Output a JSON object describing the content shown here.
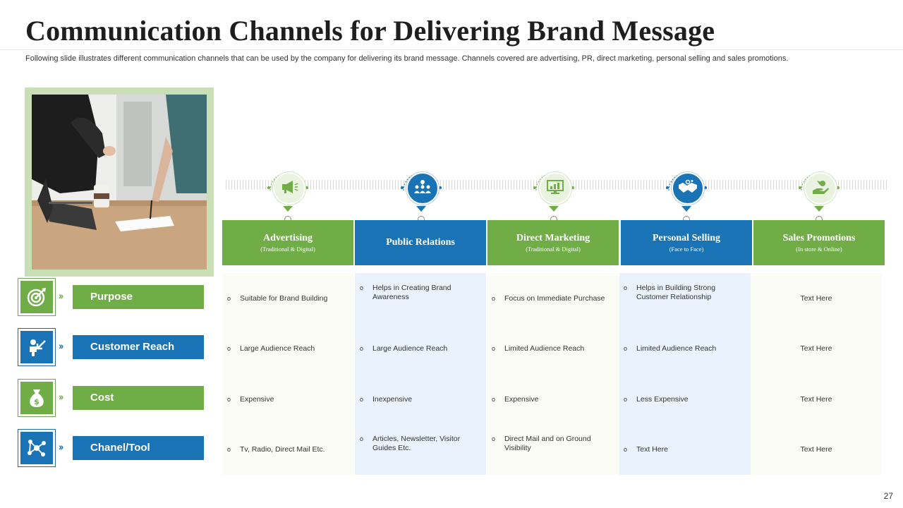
{
  "slide": {
    "title": "Communication Channels for Delivering Brand Message",
    "subtitle": "Following slide illustrates different communication channels that can be used by the company for delivering its brand message. Channels covered are advertising, PR, direct marketing, personal selling and sales promotions.",
    "page_number": "27"
  },
  "criteria": [
    {
      "label": "Purpose",
      "icon": "target-icon",
      "color": "#70ad47"
    },
    {
      "label": "Customer Reach",
      "icon": "person-reach-icon",
      "color": "#1a73b5"
    },
    {
      "label": "Cost",
      "icon": "money-bag-icon",
      "color": "#70ad47"
    },
    {
      "label": "Chanel/Tool",
      "icon": "network-icon",
      "color": "#1a73b5"
    }
  ],
  "channels": [
    {
      "title": "Advertising",
      "subtitle": "(Traditional & Digital)",
      "icon": "megaphone-icon",
      "color": "#70ad47",
      "rows": [
        "Suitable for Brand Building",
        "Large Audience Reach",
        "Expensive",
        "Tv, Radio, Direct Mail Etc."
      ]
    },
    {
      "title": "Public Relations",
      "subtitle": "",
      "icon": "people-group-icon",
      "color": "#1a73b5",
      "rows": [
        "Helps in Creating Brand Awareness",
        "Large Audience Reach",
        "Inexpensive",
        "Articles, Newsletter, Visitor Guides Etc."
      ]
    },
    {
      "title": "Direct Marketing",
      "subtitle": "(Traditional & Digital)",
      "icon": "monitor-chart-icon",
      "color": "#70ad47",
      "rows": [
        "Focus on Immediate  Purchase",
        "Limited  Audience Reach",
        "Expensive",
        "Direct Mail and on Ground Visibility"
      ]
    },
    {
      "title": "Personal Selling",
      "subtitle": "(Face to Face)",
      "icon": "handshake-icon",
      "color": "#1a73b5",
      "rows": [
        "Helps in Building Strong Customer Relationship",
        "Limited Audience Reach",
        "Less Expensive",
        "Text Here"
      ]
    },
    {
      "title": "Sales Promotions",
      "subtitle": "(In store & Online)",
      "icon": "hand-money-icon",
      "color": "#70ad47",
      "rows": [
        "Text Here",
        "Text Here",
        "Text Here",
        "Text Here"
      ]
    }
  ]
}
